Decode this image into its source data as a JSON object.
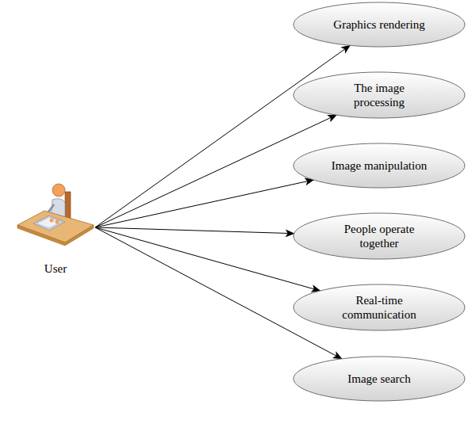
{
  "diagram": {
    "nodes": [
      {
        "text": [
          "User"
        ]
      },
      {
        "text": [
          "Graphics rendering"
        ]
      },
      {
        "text": [
          "The image processing"
        ]
      },
      {
        "text": [
          "Image manipulation"
        ]
      },
      {
        "text": [
          "People operate together"
        ]
      },
      {
        "text": [
          "Real-time communication"
        ]
      },
      {
        "text": [
          "Image search"
        ]
      }
    ],
    "edges": [
      {
        "from": 0,
        "to": 1,
        "arrow": "to"
      },
      {
        "from": 0,
        "to": 2,
        "arrow": "to"
      },
      {
        "from": 0,
        "to": 3,
        "arrow": "to"
      },
      {
        "from": 0,
        "to": 4,
        "arrow": "to"
      },
      {
        "from": 0,
        "to": 5,
        "arrow": "to"
      },
      {
        "from": 0,
        "to": 6,
        "arrow": "to"
      }
    ]
  }
}
